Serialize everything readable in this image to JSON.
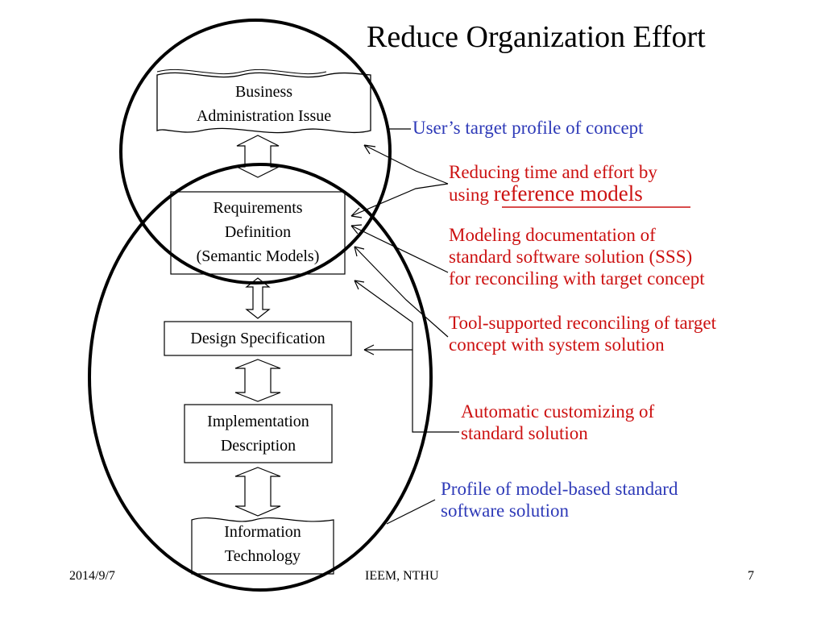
{
  "title": "Reduce Organization Effort",
  "boxes": {
    "business": [
      "Business",
      "Administration Issue"
    ],
    "requirements": [
      "Requirements",
      "Definition",
      "(Semantic Models)"
    ],
    "design": "Design Specification",
    "implementation": [
      "Implementation",
      "Description"
    ],
    "information": [
      "Information",
      "Technology"
    ]
  },
  "annotations": {
    "user_target": "User’s target profile of concept",
    "reducing_line1": "Reducing time and effort by",
    "reducing_using": "using ",
    "reducing_ref": "reference models",
    "modeling": [
      "Modeling documentation of",
      "standard software solution (SSS)",
      "for reconciling with target concept"
    ],
    "tool": [
      "Tool-supported reconciling of target",
      "concept with system solution"
    ],
    "automatic": [
      "Automatic customizing of",
      "standard solution"
    ],
    "profile": [
      "Profile of model-based standard",
      "software solution"
    ]
  },
  "footer": {
    "date": "2014/9/7",
    "org": "IEEM, NTHU",
    "page": "7"
  },
  "colors": {
    "blue_text": "#2e3ab8",
    "red_text": "#cc1111",
    "lines": "#000000"
  }
}
